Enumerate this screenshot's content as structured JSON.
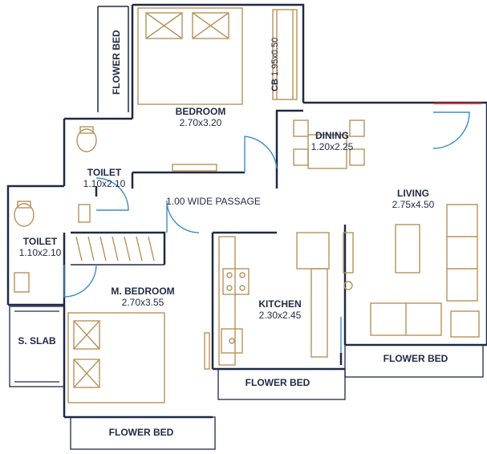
{
  "rooms": {
    "bedroom": {
      "name": "BEDROOM",
      "size": "2.70x3.20"
    },
    "cb": {
      "name": "CB",
      "size": "1.95x0.50"
    },
    "dining": {
      "name": "DINING",
      "size": "1.20x2.25"
    },
    "living": {
      "name": "LIVING",
      "size": "2.75x4.50"
    },
    "toilet_upper": {
      "name": "TOILET",
      "size": "1.10x2.10"
    },
    "toilet_lower": {
      "name": "TOILET",
      "size": "1.10x2.10"
    },
    "passage": {
      "name": "1.00 WIDE PASSAGE"
    },
    "master_bedroom": {
      "name": "M. BEDROOM",
      "size": "2.70x3.55"
    },
    "kitchen": {
      "name": "KITCHEN",
      "size": "2.30x2.45"
    },
    "s_slab": {
      "name": "S. SLAB"
    }
  },
  "flower_beds": {
    "top_left": "FLOWER BED",
    "right": "FLOWER BED",
    "kitchen": "FLOWER BED",
    "bottom": "FLOWER BED"
  },
  "colors": {
    "wall": "#1f2a44",
    "furniture": "#b8925a",
    "door": "#3a8fc4",
    "accent": "#d23c3c"
  }
}
